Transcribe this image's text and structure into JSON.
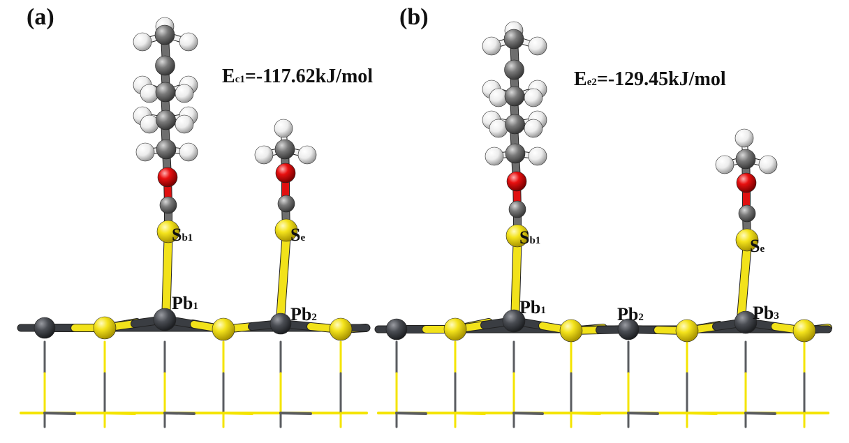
{
  "panel_a": {
    "label": "(a)",
    "energy": {
      "prefix": "E",
      "sub": "c1",
      "value": "=-117.62kJ/mol"
    },
    "atoms": {
      "s_bridge": {
        "main": "S",
        "sub": "b1"
      },
      "s_end": {
        "main": "S",
        "sub": "e"
      },
      "pb1": {
        "main": "Pb",
        "sub": "1"
      },
      "pb2": {
        "main": "Pb",
        "sub": "2"
      }
    }
  },
  "panel_b": {
    "label": "(b)",
    "energy": {
      "prefix": "E",
      "sub": "e2",
      "value": "=-129.45kJ/mol"
    },
    "atoms": {
      "s_bridge": {
        "main": "S",
        "sub": "b1"
      },
      "s_end": {
        "main": "S",
        "sub": "e"
      },
      "pb1": {
        "main": "Pb",
        "sub": "1"
      },
      "pb2": {
        "main": "Pb",
        "sub": "2"
      },
      "pb3": {
        "main": "Pb",
        "sub": "3"
      }
    }
  },
  "colors": {
    "lead": "#3a3d42",
    "sulfur": "#f2e21a",
    "carbon": "#6e6e6e",
    "oxygen": "#e01010",
    "hydrogen": "#f2f2f2",
    "bulk_lead": "#5a5c60",
    "bulk_sulfur": "#f4e400"
  }
}
